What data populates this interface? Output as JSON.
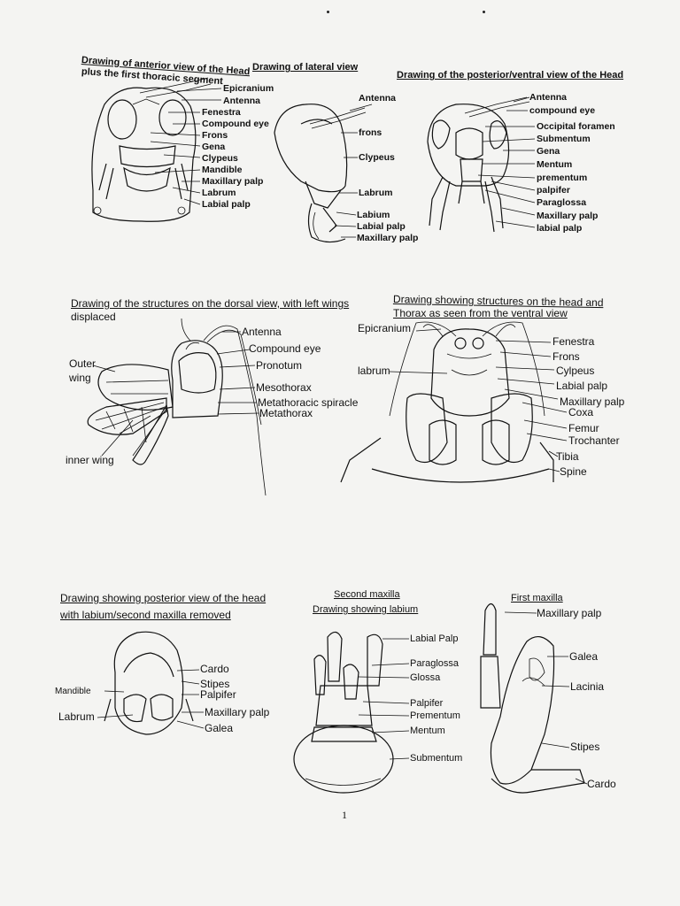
{
  "page_number": "1",
  "sections": {
    "anterior_head": {
      "title_line1": "Drawing of anterior view of the Head",
      "title_line2": "plus the first thoracic segment",
      "labels": [
        "Epicranium",
        "Antenna",
        "Fenestra",
        "Compound eye",
        "Frons",
        "Gena",
        "Clypeus",
        "Mandible",
        "Maxillary palp",
        "Labrum",
        "Labial palp"
      ]
    },
    "lateral": {
      "title": "Drawing of lateral view",
      "labels": [
        "Antenna",
        "frons",
        "Clypeus",
        "Labrum",
        "Labium",
        "Labial palp",
        "Maxillary palp"
      ]
    },
    "posterior_ventral": {
      "title": "Drawing of the posterior/ventral view of the Head",
      "labels": [
        "Antenna",
        "compound eye",
        "Occipital foramen",
        "Submentum",
        "Gena",
        "Mentum",
        "prementum",
        "palpifer",
        "Paraglossa",
        "Maxillary palp",
        "labial palp"
      ]
    },
    "dorsal": {
      "title_line1": "Drawing of the structures on  the dorsal view, with left wings",
      "title_line2": "displaced",
      "labels": [
        "Antenna",
        "Compound eye",
        "Pronotum",
        "Mesothorax",
        "Metathoracic spiracle",
        "Metathorax"
      ],
      "left_labels": [
        "Outer",
        "wing",
        "inner wing"
      ]
    },
    "ventral": {
      "title_line1": "Drawing showing structures on the head and",
      "title_line2": "Thorax as seen from the ventral view",
      "left_labels": [
        "Epicranium",
        "labrum"
      ],
      "labels": [
        "Fenestra",
        "Frons",
        "Cylpeus",
        "Labial palp",
        "Maxillary palp",
        "Coxa",
        "Femur",
        "Trochanter",
        "Tibia",
        "Spine"
      ]
    },
    "posterior_removed": {
      "title_line1": "Drawing showing posterior view of the head",
      "title_line2": "with labium/second maxilla removed",
      "left_labels": [
        "Mandible",
        "Labrum"
      ],
      "labels": [
        "Cardo",
        "Stipes",
        "Palpifer",
        "Maxillary palp",
        "Galea"
      ]
    },
    "labium": {
      "title_line1": "Second maxilla",
      "title_line2": "Drawing showing labium",
      "labels": [
        "Labial Palp",
        "Paraglossa",
        "Glossa",
        "Palpifer",
        "Prementum",
        "Mentum",
        "Submentum"
      ]
    },
    "first_maxilla": {
      "title": "First maxilla",
      "labels": [
        "Maxillary palp",
        "Galea",
        "Lacinia",
        "Stipes",
        "Cardo"
      ]
    }
  }
}
